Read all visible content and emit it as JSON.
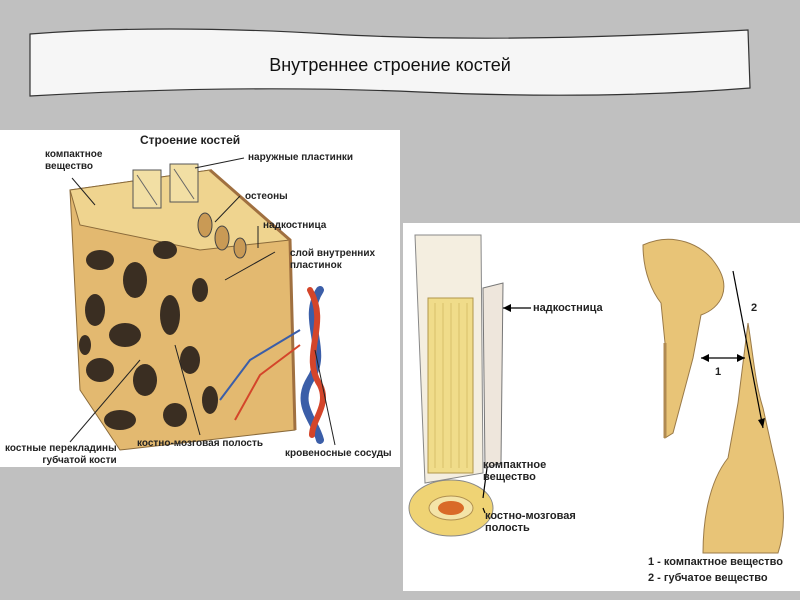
{
  "slide": {
    "title": "Внутреннее строение костей"
  },
  "left_figure": {
    "heading": "Строение костей",
    "labels": {
      "compact": "компактное\nвещество",
      "outer_plates": "наружные пластинки",
      "osteons": "остеоны",
      "periosteum": "надкостница",
      "inner_plates": "слой внутренних\nпластинок",
      "trabeculae": "костные перекладины\nгубчатой кости",
      "marrow_cavity": "костно-мозговая полость",
      "vessels": "кровеносные сосуды"
    }
  },
  "right_figure": {
    "labels": {
      "periosteum": "надкостница",
      "compact": "компактное\nвещество",
      "marrow_cavity": "костно-мозговая\nполость",
      "num1": "1",
      "num2": "2"
    },
    "legend": [
      "1 - компактное вещество",
      "2 - губчатое вещество"
    ]
  },
  "colors": {
    "background": "#c0c0c0",
    "bone": "#e8c477",
    "bone_dark": "#3a2e22",
    "artery": "#d4452a",
    "vein": "#3b5ea8"
  }
}
